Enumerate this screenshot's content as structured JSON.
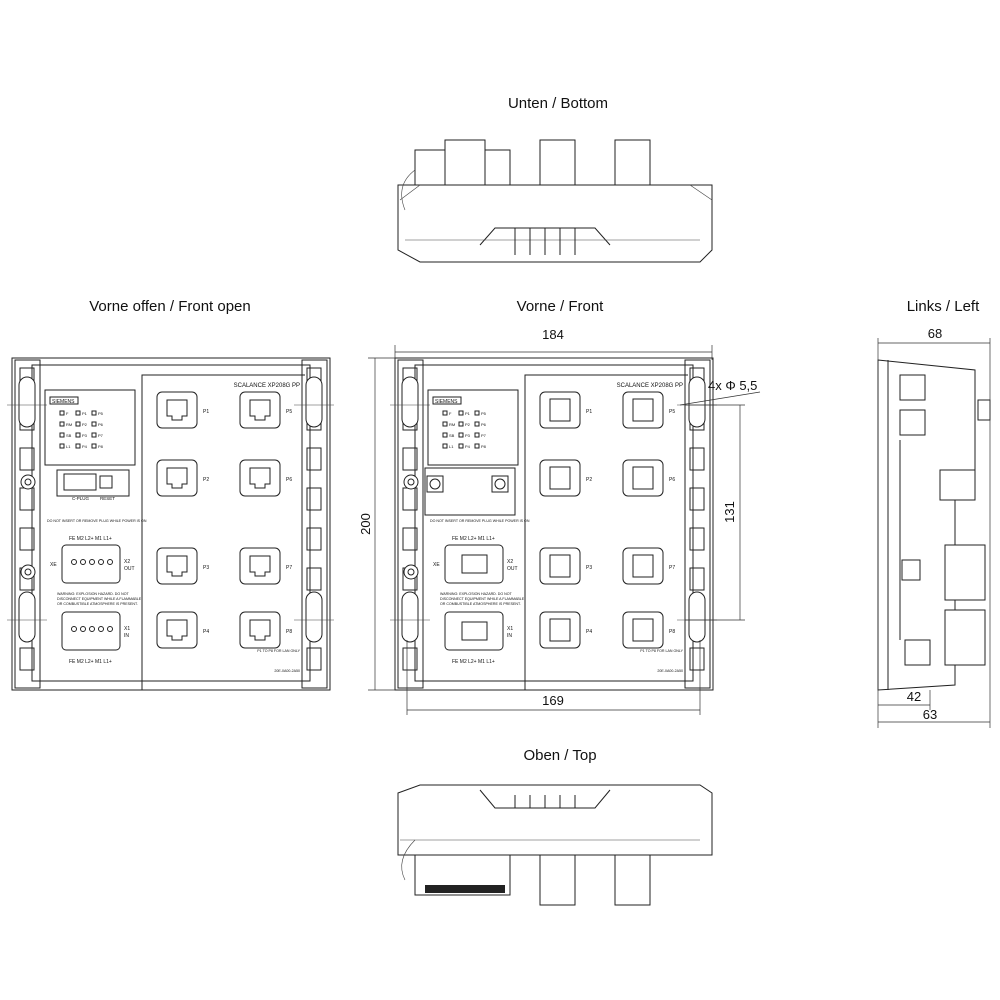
{
  "views": {
    "bottom": "Unten / Bottom",
    "front_open": "Vorne offen / Front open",
    "front": "Vorne / Front",
    "left": "Links / Left",
    "top": "Oben / Top"
  },
  "device": {
    "model": "SCALANCE XP208G PP",
    "brand": "SIEMENS",
    "leds_left": [
      "F",
      "RM",
      "SB",
      "L1"
    ],
    "leds_mid": [
      "P1",
      "P2",
      "P3",
      "P4"
    ],
    "leds_right": [
      "P5",
      "P6",
      "P7",
      "P8"
    ],
    "ports": [
      "P1",
      "P2",
      "P3",
      "P4",
      "P5",
      "P6",
      "P7",
      "P8"
    ],
    "cplug": "C-PLUG",
    "reset": "RESET",
    "plug_warning": "DO NOT INSERT OR REMOVE PLUG WHILE POWER IS ON",
    "power_pins": "FE M2 L2+ M1 L1+",
    "x2": "X2",
    "x2_sub": "OUT",
    "x1": "X1",
    "x1_sub": "IN",
    "xe": "XE",
    "explosion_warning_1": "WARNING: EXPLOSION HAZARD. DO NOT",
    "explosion_warning_2": "DISCONNECT EQUIPMENT WHILE A FLAMMABLE",
    "explosion_warning_3": "OR COMBUSTIBLE ATMOSPHERE IS PRESENT.",
    "lan_note": "P1 TO P8 FOR LAN ONLY",
    "order_no": "20E-0A00-2A50"
  },
  "dimensions": {
    "width": "184",
    "height": "200",
    "hole_spacing_x": "169",
    "hole_spacing_y": "131",
    "holes": "4x Φ 5,5",
    "depth": "68",
    "depth_a": "42",
    "depth_b": "63"
  }
}
